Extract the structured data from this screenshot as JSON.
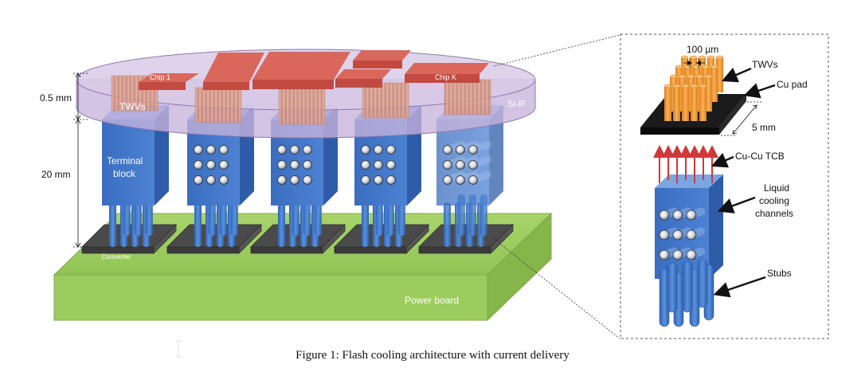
{
  "main_diagram": {
    "dimensions": {
      "top": "0.5 mm",
      "middle": "20 mm"
    },
    "chips": {
      "first": "Chip 1",
      "last": "Chip K"
    },
    "labels": {
      "twvs": "TWVs",
      "si_if": "Si-IF",
      "terminal_block_line1": "Terminal",
      "terminal_block_line2": "block",
      "converter": "Converter",
      "power_board": "Power board"
    }
  },
  "inset": {
    "pitch": "100 µm",
    "twvs": "TWVs",
    "cu_pad": "Cu pad",
    "pad_size": "5 mm",
    "cu_cu_tcb": "Cu-Cu TCB",
    "liquid_line1": "Liquid",
    "liquid_line2": "cooling",
    "liquid_line3": "channels",
    "stubs": "Stubs"
  },
  "caption": "Figure 1: Flash cooling architecture with current delivery",
  "colors": {
    "power_board": "#9ccc5e",
    "converter": "#5a5a5a",
    "terminal_block": "#3f74c4",
    "chip": "#cc4f45",
    "si_if_disk": "#c8b6de",
    "twv_orange": "#f0952a",
    "arrow_red": "#d0383a"
  }
}
